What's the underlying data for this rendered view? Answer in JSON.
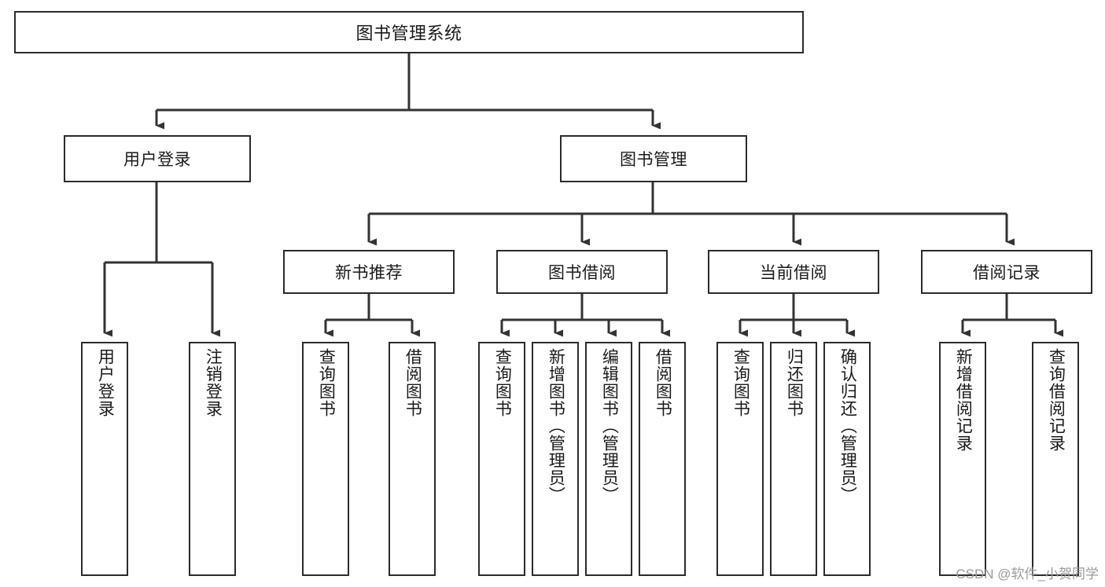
{
  "diagram": {
    "title": "图书管理系统",
    "type": "tree",
    "watermark": "CSDN @软件_小贺同学",
    "colors": {
      "box_border": "#2b2b2b",
      "box_fill": "#ffffff",
      "connector": "#333333",
      "text": "#1a1a1a",
      "watermark": "#9a9a9a"
    },
    "nodes": {
      "root": {
        "label": "图书管理系统"
      },
      "level2": [
        {
          "id": "user-login",
          "label": "用户登录"
        },
        {
          "id": "book-manage",
          "label": "图书管理"
        }
      ],
      "level3": [
        {
          "id": "new-book-recommend",
          "label": "新书推荐"
        },
        {
          "id": "book-borrow",
          "label": "图书借阅"
        },
        {
          "id": "current-borrow",
          "label": "当前借阅"
        },
        {
          "id": "borrow-record",
          "label": "借阅记录"
        }
      ],
      "leaves": {
        "user-login": [
          {
            "id": "leaf-user-login",
            "label": "用户登录"
          },
          {
            "id": "leaf-user-logout",
            "label": "注销登录"
          }
        ],
        "new-book-recommend": [
          {
            "id": "leaf-query-book-1",
            "label": "查询图书"
          },
          {
            "id": "leaf-borrow-book-1",
            "label": "借阅图书"
          }
        ],
        "book-borrow": [
          {
            "id": "leaf-query-book-2",
            "label": "查询图书"
          },
          {
            "id": "leaf-add-book",
            "label": "新增图书（管理员）"
          },
          {
            "id": "leaf-edit-book",
            "label": "编辑图书（管理员）"
          },
          {
            "id": "leaf-borrow-book-2",
            "label": "借阅图书"
          }
        ],
        "current-borrow": [
          {
            "id": "leaf-query-book-3",
            "label": "查询图书"
          },
          {
            "id": "leaf-return-book",
            "label": "归还图书"
          },
          {
            "id": "leaf-confirm-return",
            "label": "确认归还（管理员）"
          }
        ],
        "borrow-record": [
          {
            "id": "leaf-add-record",
            "label": "新增借阅记录"
          },
          {
            "id": "leaf-query-record",
            "label": "查询借阅记录"
          }
        ]
      }
    }
  }
}
